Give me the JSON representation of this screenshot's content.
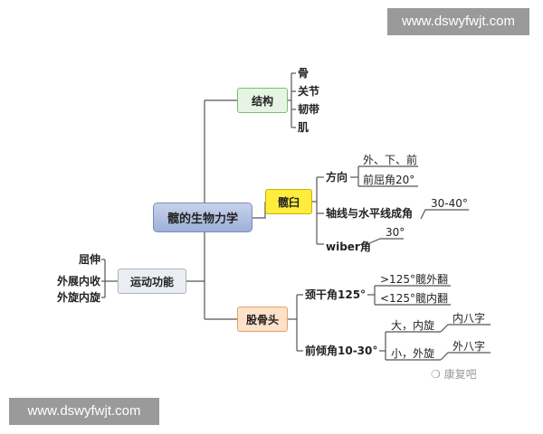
{
  "watermark": {
    "top": "www.dswyfwjt.com",
    "bottom": "www.dswyfwjt.com"
  },
  "root": "髋的生物力学",
  "branches": {
    "structure": {
      "title": "结构",
      "items": [
        "骨",
        "关节",
        "韧带",
        "肌"
      ]
    },
    "acetabulum": {
      "title": "髋臼",
      "direction": {
        "label": "方向",
        "values": [
          "外、下、前",
          "前屈角20°"
        ]
      },
      "axis": {
        "label": "轴线与水平线成角",
        "value": "30-40°"
      },
      "wiber": {
        "label": "wiber角",
        "value": "30°"
      }
    },
    "femoral_head": {
      "title": "股骨头",
      "neck_shaft": {
        "label": "颈干角125°",
        "values": [
          ">125°髋外翻",
          "<125°髋内翻"
        ]
      },
      "anteversion": {
        "label": "前倾角10-30°",
        "big": {
          "label": "大，内旋",
          "value": "内八字"
        },
        "small": {
          "label": "小，外旋",
          "value": "外八字"
        }
      }
    },
    "motion": {
      "title": "运动功能",
      "items": [
        "屈伸",
        "外展内收",
        "外旋内旋"
      ]
    }
  },
  "logo_text": "康复吧"
}
